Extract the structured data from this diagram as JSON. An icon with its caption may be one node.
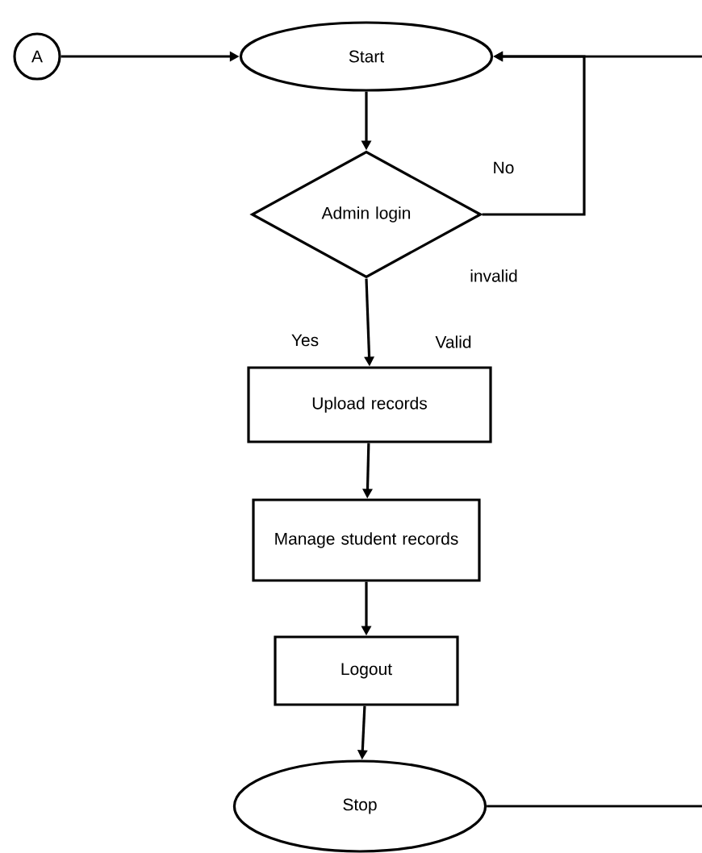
{
  "diagram": {
    "nodes": [
      {
        "text": [
          "A"
        ]
      },
      {
        "text": [
          "Start"
        ]
      },
      {
        "text": [
          "Admin login"
        ]
      },
      {
        "text": [
          "Upload records"
        ]
      },
      {
        "text": [
          "Manage student records"
        ]
      },
      {
        "text": [
          "Logout"
        ]
      },
      {
        "text": [
          "Stop"
        ]
      }
    ],
    "edges": [
      {
        "from": 0,
        "to": 1,
        "arrow": "to"
      },
      {
        "from": 1,
        "to": 2,
        "arrow": "to"
      },
      {
        "from": 2,
        "to": 1,
        "arrow": "to",
        "label": "No"
      },
      {
        "from": 2,
        "to": 3,
        "arrow": "to",
        "label": "Yes"
      },
      {
        "from": 3,
        "to": 4,
        "arrow": "to"
      },
      {
        "from": 4,
        "to": 5,
        "arrow": "to"
      },
      {
        "from": 5,
        "to": 6,
        "arrow": "to"
      },
      {
        "from": 6,
        "to": null,
        "arrow": "none"
      },
      {
        "from": null,
        "to": 1,
        "arrow": "to"
      }
    ],
    "labels": [
      "invalid",
      "Valid"
    ]
  }
}
